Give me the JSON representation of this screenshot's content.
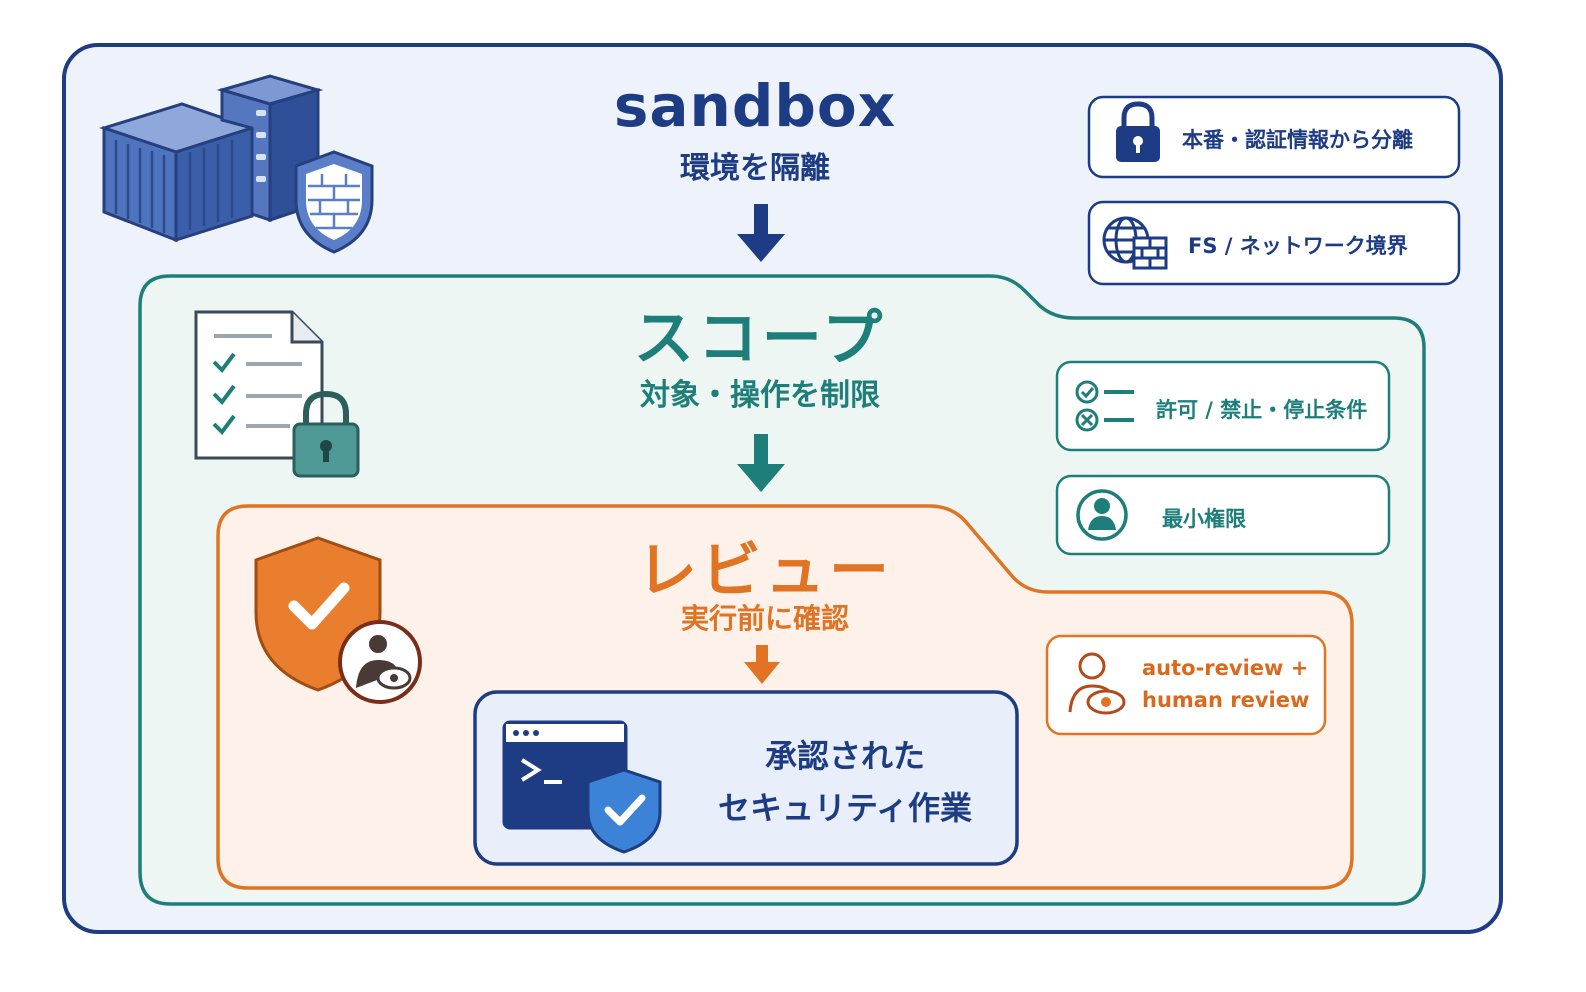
{
  "colors": {
    "sandbox": "#1e3c84",
    "scope": "#1e7f7a",
    "review": "#e07422"
  },
  "sandbox": {
    "title": "sandbox",
    "subtitle": "環境を隔離",
    "icons": [
      "container-icon",
      "server-icon",
      "firewall-shield-icon"
    ],
    "badges": [
      {
        "icon": "lock-icon",
        "label": "本番・認証情報から分離"
      },
      {
        "icon": "globe-firewall-icon",
        "label": "FS / ネットワーク境界"
      }
    ]
  },
  "scope": {
    "title": "スコープ",
    "subtitle": "対象・操作を制限",
    "icons": [
      "checklist-document-icon",
      "padlock-icon"
    ],
    "badges": [
      {
        "icon": "allow-deny-list-icon",
        "label": "許可 / 禁止・停止条件"
      },
      {
        "icon": "user-icon",
        "label": "最小権限"
      }
    ]
  },
  "review": {
    "title": "レビュー",
    "subtitle": "実行前に確認",
    "icons": [
      "checkmark-shield-icon",
      "reviewer-eye-icon"
    ],
    "badge": {
      "icon": "human-eye-icon",
      "line1": "auto-review +",
      "line2": "human review"
    }
  },
  "result": {
    "icons": [
      "terminal-window-icon",
      "check-shield-icon"
    ],
    "line1": "承認された",
    "line2": "セキュリティ作業"
  }
}
